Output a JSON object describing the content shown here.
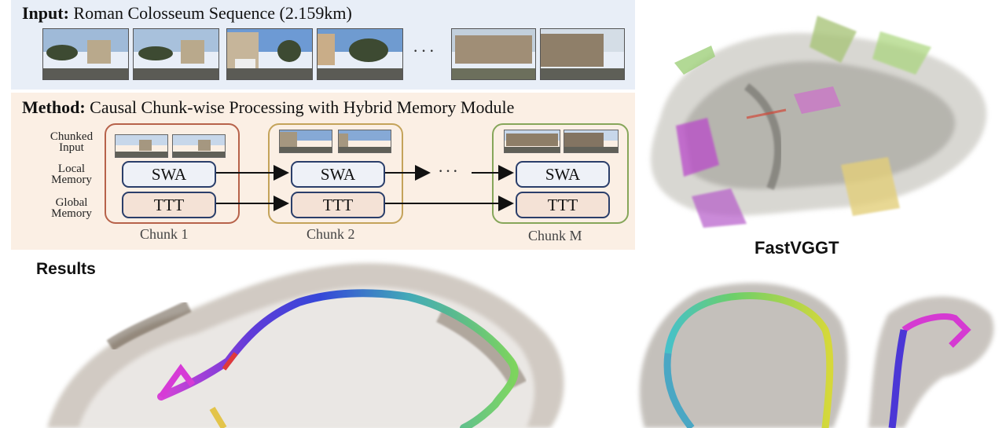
{
  "input": {
    "label": "Input:",
    "title": "Roman Colosseum Sequence (2.159km)",
    "ellipsis": "···"
  },
  "method": {
    "label": "Method:",
    "title": "Causal Chunk-wise Processing with Hybrid Memory Module",
    "row_labels": {
      "chunked_input": [
        "Chunked",
        "Input"
      ],
      "local_memory": [
        "Local",
        "Memory"
      ],
      "global_memory": [
        "Global",
        "Memory"
      ]
    },
    "block_swa": "SWA",
    "block_ttt": "TTT",
    "ellipsis": "···",
    "chunks": [
      {
        "label": "Chunk 1",
        "color": "#b7624a"
      },
      {
        "label": "Chunk 2",
        "color": "#c4a35a"
      },
      {
        "label": "Chunk M",
        "color": "#86a65a"
      }
    ]
  },
  "results": {
    "title": "Results",
    "comparison_label": "FastVGGT"
  },
  "colors": {
    "input_band": "#e8eef7",
    "method_band": "#fbefe4",
    "block_border": "#2a3e6a"
  }
}
